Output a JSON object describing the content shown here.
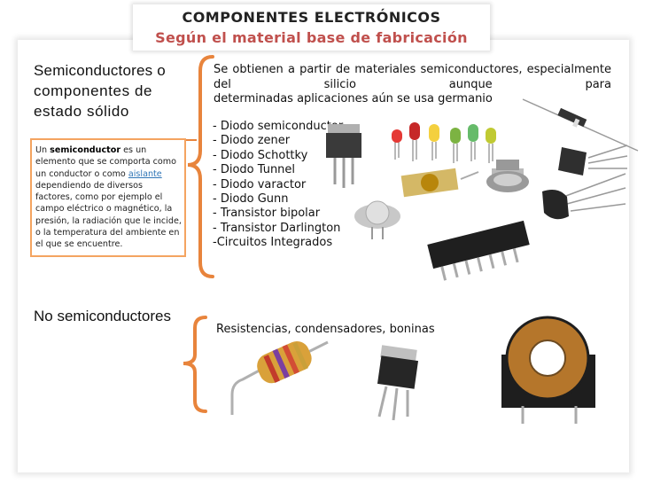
{
  "title": "COMPONENTES ELECTRÓNICOS",
  "subtitle": "Según el material base de fabricación",
  "semiconductores": {
    "heading_line1": "Semiconductores o",
    "heading_line2": "componentes de",
    "heading_line3": "estado sólido",
    "description_line1": "Se obtienen a partir de materiales semiconductores, especialmente del silicio aunque para",
    "description_line2": "determinadas aplicaciones aún se usa germanio",
    "definition": {
      "prefix": "Un",
      "term": "semiconductor",
      "text1": "es un elemento que se comporta como un conductor o como",
      "link": "aislante",
      "text2": "dependiendo de diversos factores, como por ejemplo el campo eléctrico o magnético, la presión, la radiación que le incide, o la temperatura del ambiente en el que se encuentre."
    },
    "items": [
      "- Diodo semiconductor",
      "- Diodo zener",
      "- Diodo Schottky",
      "- Diodo Tunnel",
      "- Diodo varactor",
      "- Diodo Gunn",
      "- Transistor bipolar",
      "- Transistor Darlington",
      "-Circuitos Integrados"
    ]
  },
  "no_semiconductores": {
    "heading": "No semiconductores",
    "items_text": "Resistencias, condensadores, boninas"
  },
  "colors": {
    "accent": "#c0504d",
    "bracket": "#e8843c",
    "box_border": "#f4a460",
    "link": "#2e75b6"
  }
}
